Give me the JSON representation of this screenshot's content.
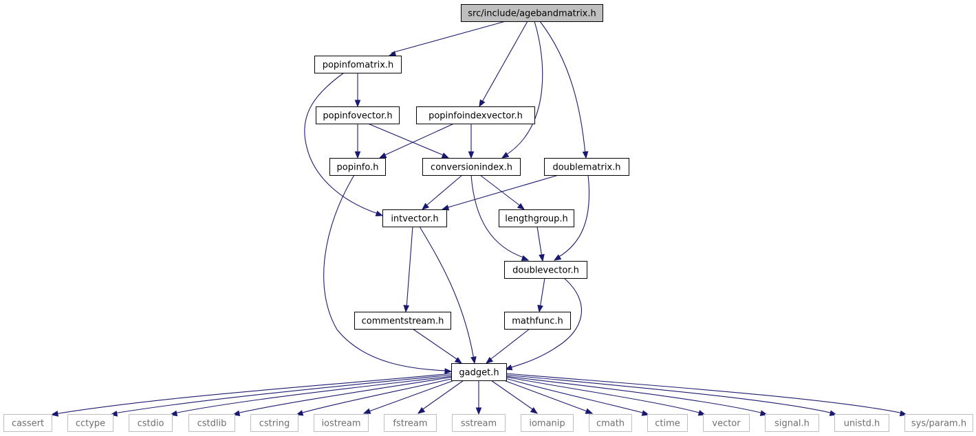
{
  "colors": {
    "edge": "#191970",
    "root_fill": "#bfbfbf",
    "node_border": "#000000",
    "system_border": "#bfbfbf",
    "node_fill": "#ffffff"
  },
  "nodes": {
    "root": "src/include/agebandmatrix.h",
    "popinfomatrix": "popinfomatrix.h",
    "popinfovector": "popinfovector.h",
    "popinfoindexvector": "popinfoindexvector.h",
    "popinfo": "popinfo.h",
    "conversionindex": "conversionindex.h",
    "doublematrix": "doublematrix.h",
    "intvector": "intvector.h",
    "lengthgroup": "lengthgroup.h",
    "doublevector": "doublevector.h",
    "commentstream": "commentstream.h",
    "mathfunc": "mathfunc.h",
    "gadget": "gadget.h",
    "cassert": "cassert",
    "cctype": "cctype",
    "cstdio": "cstdio",
    "cstdlib": "cstdlib",
    "cstring": "cstring",
    "iostream": "iostream",
    "fstream": "fstream",
    "sstream": "sstream",
    "iomanip": "iomanip",
    "cmath": "cmath",
    "ctime": "ctime",
    "vector": "vector",
    "signal": "signal.h",
    "unistd": "unistd.h",
    "sysparam": "sys/param.h"
  }
}
